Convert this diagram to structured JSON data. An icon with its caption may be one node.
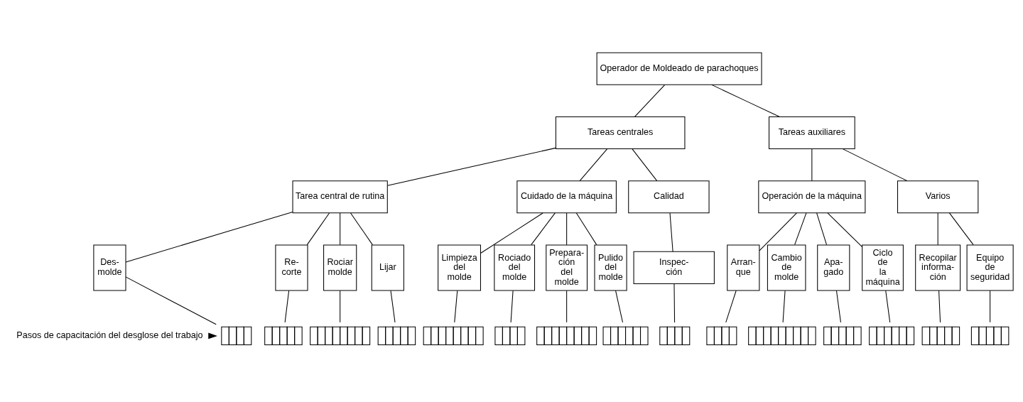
{
  "diagram": {
    "nodes": [
      {
        "text": [
          "Operador de Moldeado de parachoques"
        ]
      },
      {
        "text": [
          "Tareas centrales"
        ]
      },
      {
        "text": [
          "Tareas auxiliares"
        ]
      },
      {
        "text": [
          "Tarea central de rutina"
        ]
      },
      {
        "text": [
          "Cuidado de la máquina"
        ]
      },
      {
        "text": [
          "Calidad"
        ]
      },
      {
        "text": [
          "Operación de la máquina"
        ]
      },
      {
        "text": [
          "Varios"
        ]
      },
      {
        "text": [
          "Des- molde"
        ]
      },
      {
        "text": [
          "Re- corte"
        ]
      },
      {
        "text": [
          "Rociar molde"
        ]
      },
      {
        "text": [
          "Lijar"
        ]
      },
      {
        "text": [
          "Limpieza del molde"
        ]
      },
      {
        "text": [
          "Rociado del molde"
        ]
      },
      {
        "text": [
          "Prepara- ción del molde"
        ]
      },
      {
        "text": [
          "Pulido del molde"
        ]
      },
      {
        "text": [
          "Inspec- ción"
        ]
      },
      {
        "text": [
          "Arran- que"
        ]
      },
      {
        "text": [
          "Cambio de molde"
        ]
      },
      {
        "text": [
          "Apa- gado"
        ]
      },
      {
        "text": [
          "Ciclo de la máquina"
        ]
      },
      {
        "text": [
          "Recopilar informa- ción"
        ]
      },
      {
        "text": [
          "Equipo de seguridad"
        ]
      },
      {
        "text": [
          "Pasos de capacitación del desglose del trabajo"
        ]
      },
      {
        "text": [],
        "shape": "box"
      },
      {
        "text": [],
        "shape": "box"
      },
      {
        "text": [],
        "shape": "box"
      },
      {
        "text": [],
        "shape": "box"
      },
      {
        "text": [],
        "shape": "box"
      },
      {
        "text": [],
        "shape": "box"
      },
      {
        "text": [],
        "shape": "box"
      },
      {
        "text": [],
        "shape": "box"
      },
      {
        "text": [],
        "shape": "box"
      },
      {
        "text": [],
        "shape": "box"
      },
      {
        "text": [],
        "shape": "box"
      },
      {
        "text": [],
        "shape": "box"
      },
      {
        "text": [],
        "shape": "box"
      },
      {
        "text": [],
        "shape": "box"
      },
      {
        "text": [],
        "shape": "box"
      }
    ],
    "edges": [
      {
        "from": 0,
        "to": 1,
        "arrow": "none"
      },
      {
        "from": 0,
        "to": 2,
        "arrow": "none"
      },
      {
        "from": 1,
        "to": 3,
        "arrow": "none"
      },
      {
        "from": 1,
        "to": 4,
        "arrow": "none"
      },
      {
        "from": 1,
        "to": 5,
        "arrow": "none"
      },
      {
        "from": 2,
        "to": 6,
        "arrow": "none"
      },
      {
        "from": 2,
        "to": 7,
        "arrow": "none"
      },
      {
        "from": 3,
        "to": 8,
        "arrow": "none"
      },
      {
        "from": 3,
        "to": 9,
        "arrow": "none"
      },
      {
        "from": 3,
        "to": 10,
        "arrow": "none"
      },
      {
        "from": 3,
        "to": 11,
        "arrow": "none"
      },
      {
        "from": 4,
        "to": 12,
        "arrow": "none"
      },
      {
        "from": 4,
        "to": 13,
        "arrow": "none"
      },
      {
        "from": 4,
        "to": 14,
        "arrow": "none"
      },
      {
        "from": 4,
        "to": 15,
        "arrow": "none"
      },
      {
        "from": 5,
        "to": 16,
        "arrow": "none"
      },
      {
        "from": 6,
        "to": 17,
        "arrow": "none"
      },
      {
        "from": 6,
        "to": 18,
        "arrow": "none"
      },
      {
        "from": 6,
        "to": 19,
        "arrow": "none"
      },
      {
        "from": 6,
        "to": 20,
        "arrow": "none"
      },
      {
        "from": 7,
        "to": 21,
        "arrow": "none"
      },
      {
        "from": 7,
        "to": 22,
        "arrow": "none"
      },
      {
        "from": 8,
        "to": 24,
        "arrow": "none"
      },
      {
        "from": 9,
        "to": 25,
        "arrow": "none"
      },
      {
        "from": 10,
        "to": 26,
        "arrow": "none"
      },
      {
        "from": 11,
        "to": 27,
        "arrow": "none"
      },
      {
        "from": 12,
        "to": 28,
        "arrow": "none"
      },
      {
        "from": 13,
        "to": 29,
        "arrow": "none"
      },
      {
        "from": 14,
        "to": 30,
        "arrow": "none"
      },
      {
        "from": 15,
        "to": 31,
        "arrow": "none"
      },
      {
        "from": 16,
        "to": 32,
        "arrow": "none"
      },
      {
        "from": 17,
        "to": 33,
        "arrow": "none"
      },
      {
        "from": 18,
        "to": 34,
        "arrow": "none"
      },
      {
        "from": 19,
        "to": 35,
        "arrow": "none"
      },
      {
        "from": 20,
        "to": 36,
        "arrow": "none"
      },
      {
        "from": 21,
        "to": 37,
        "arrow": "none"
      },
      {
        "from": 22,
        "to": 38,
        "arrow": "none"
      },
      {
        "from": 23,
        "to": 24,
        "arrow": "to"
      }
    ]
  }
}
